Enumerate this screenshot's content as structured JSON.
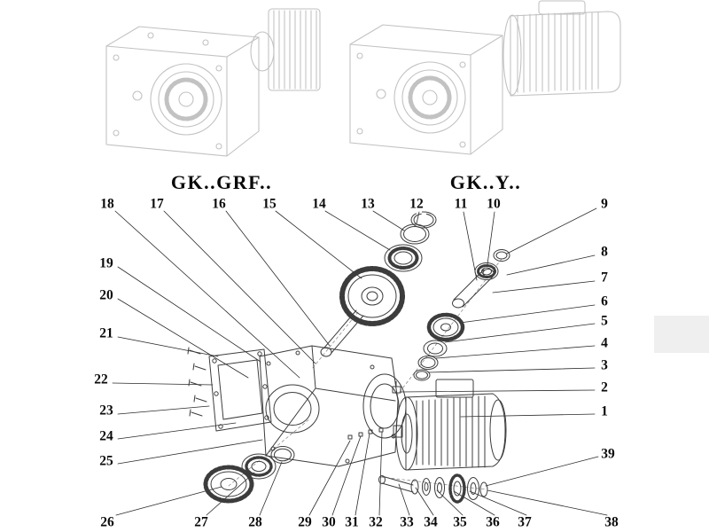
{
  "titles": {
    "left": "GK..GRF..",
    "right": "GK..Y.."
  },
  "callouts": {
    "n1": "1",
    "n2": "2",
    "n3": "3",
    "n4": "4",
    "n5": "5",
    "n6": "6",
    "n7": "7",
    "n8": "8",
    "n9": "9",
    "n10": "10",
    "n11": "11",
    "n12": "12",
    "n13": "13",
    "n14": "14",
    "n15": "15",
    "n16": "16",
    "n17": "17",
    "n18": "18",
    "n19": "19",
    "n20": "20",
    "n21": "21",
    "n22": "22",
    "n23": "23",
    "n24": "24",
    "n25": "25",
    "n26": "26",
    "n27": "27",
    "n28": "28",
    "n29": "29",
    "n30": "30",
    "n31": "31",
    "n32": "32",
    "n33": "33",
    "n34": "34",
    "n35": "35",
    "n36": "36",
    "n37": "37",
    "n38": "38",
    "n39": "39"
  },
  "colors": {
    "background": "#ffffff",
    "assembled_line": "#c2c2c2",
    "exploded_line": "#3c3c3c",
    "leader_line": "#2b2b2b",
    "text": "#0a0a0a"
  }
}
